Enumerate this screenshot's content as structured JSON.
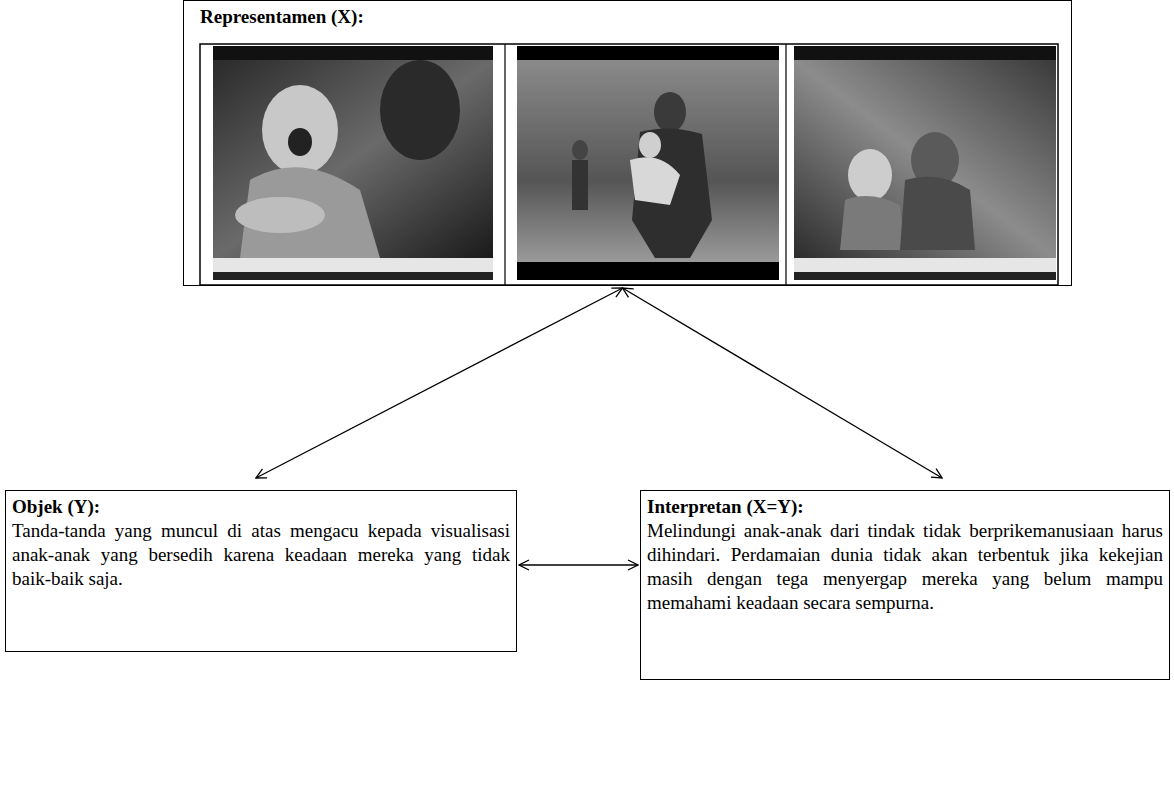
{
  "diagram": {
    "nodes": [
      {
        "text": [
          "Representamen (X):"
        ]
      },
      {
        "text": [
          "Objek (Y):",
          "Tanda-tanda yang muncul di atas mengacu kepada visualisasi anak-anak yang bersedih karena keadaan mereka yang tidak baik-baik saja."
        ]
      },
      {
        "text": [
          "Interpretan (X=Y):",
          "Melindungi anak-anak dari tindak tidak berprikemanusiaan harus dihindari. Perdamaian dunia tidak akan terbentuk jika kekejian masih dengan tega menyergap mereka yang belum mampu memahami keadaan secara sempurna."
        ]
      }
    ],
    "edges": [
      {
        "from": 0,
        "to": 1,
        "arrow": "both"
      },
      {
        "from": 0,
        "to": 2,
        "arrow": "both"
      },
      {
        "from": 1,
        "to": 2,
        "arrow": "both"
      }
    ]
  }
}
